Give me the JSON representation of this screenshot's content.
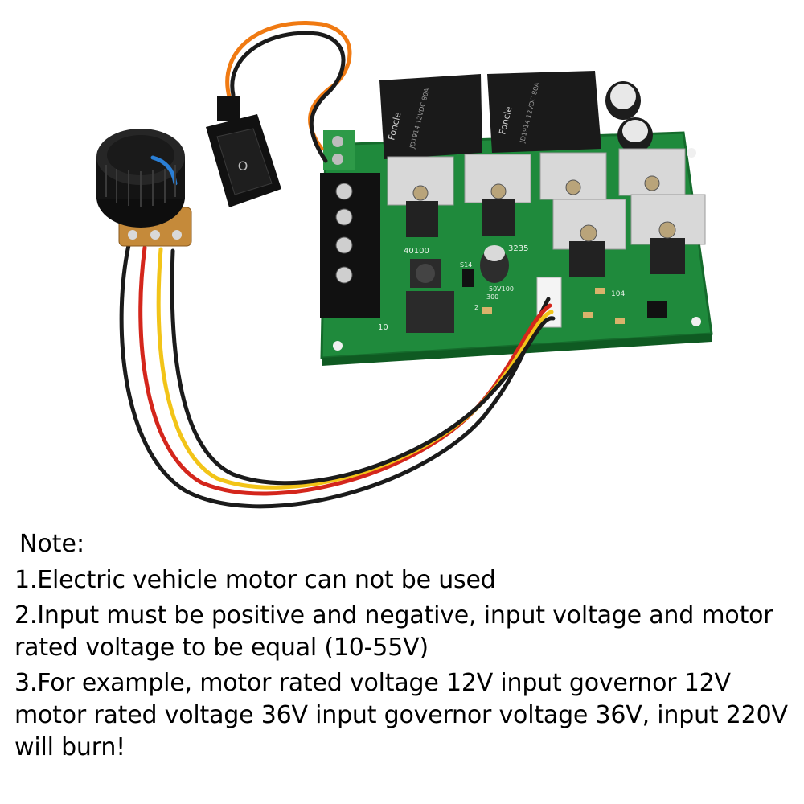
{
  "photo": {
    "silkscreen": {
      "relay_brand": "Foncle",
      "relay_model": "JD1914 12VDC 80A",
      "cap_label": "50V100",
      "label_40100": "40100",
      "label_3235": "3235",
      "label_104": "104",
      "label_10": "10",
      "label_s14": "S14",
      "label_2": "2",
      "label_300": "300"
    },
    "switch_symbol": "O",
    "colors": {
      "pcb": "#1f8a3c",
      "pcb_dark": "#156b2c",
      "relay": "#1a1a1a",
      "heatsink": "#d8d8d8",
      "terminal": "#111111",
      "terminal_green": "#2e9a48",
      "knob": "#141414",
      "pot_base": "#c58a3a",
      "wire_red": "#d4261c",
      "wire_yellow": "#f2c418",
      "wire_black": "#1b1b1b",
      "wire_orange": "#f07a12"
    },
    "icons": [
      "knob-icon",
      "rocker-switch-icon",
      "pcb-board-icon"
    ]
  },
  "notes": {
    "title": "Note:",
    "items": [
      "1.Electric vehicle motor can not be used",
      "2.Input must be positive and negative, input voltage and motor rated voltage to be equal (10-55V)",
      "3.For example, motor rated voltage 12V input governor 12V motor rated voltage 36V input governor voltage 36V, input 220V will burn!"
    ]
  }
}
